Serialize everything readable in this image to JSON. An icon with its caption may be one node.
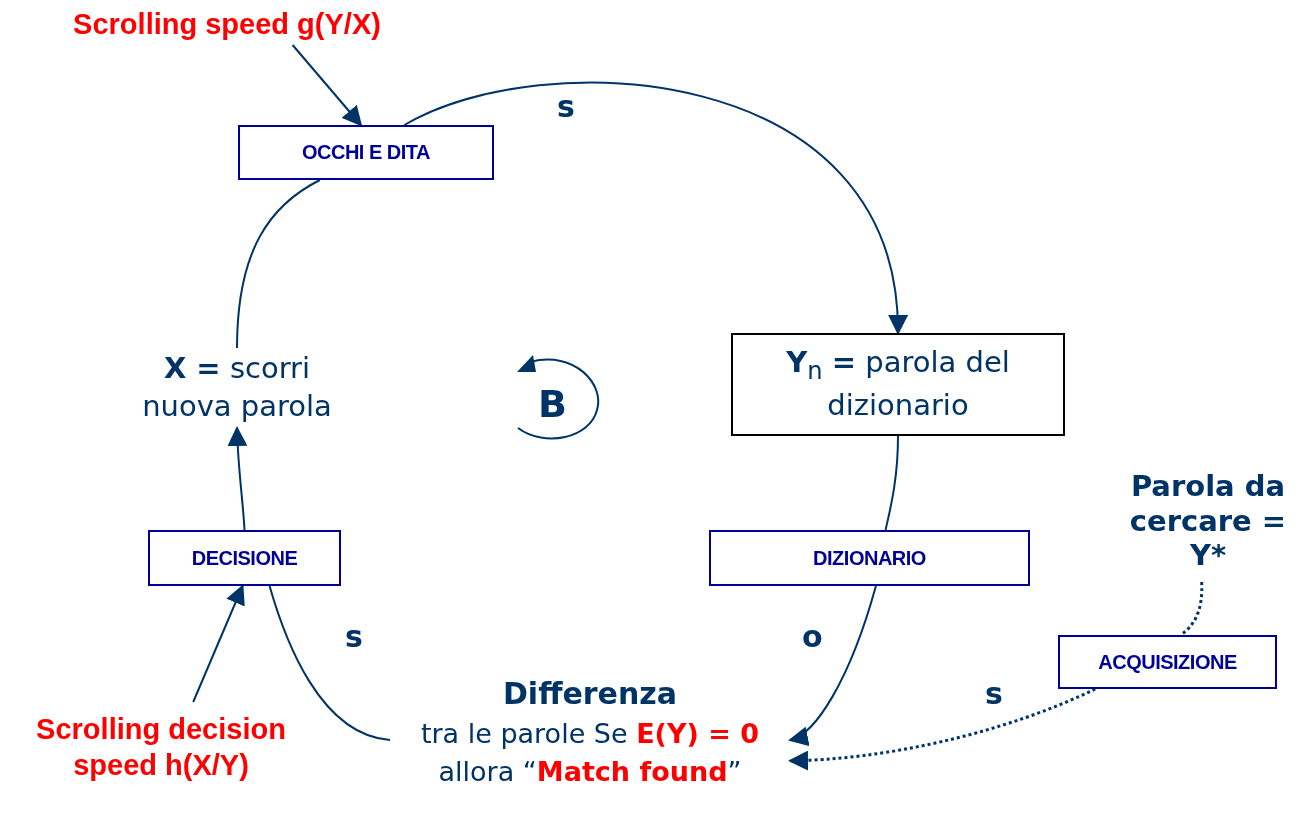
{
  "diagram": {
    "nodes": [
      {
        "text": [
          "Scrolling speed g(Y/X)"
        ]
      },
      {
        "text": [
          "OCCHI E DITA"
        ]
      },
      {
        "text": [
          "**X =** scorri nuova parola"
        ]
      },
      {
        "text": [
          "**Y**$_{n}$ **=** parola del dizionario"
        ]
      },
      {
        "text": [
          "Parola da cercare = Y*"
        ]
      },
      {
        "text": [
          "DECISIONE"
        ]
      },
      {
        "text": [
          "DIZIONARIO"
        ]
      },
      {
        "text": [
          "ACQUISIZIONE"
        ]
      },
      {
        "text": [
          "Scrolling decision speed h(X/Y)"
        ]
      },
      {
        "text": [
          "Differenza",
          "tra le parole Se **E(Y) = 0** allora “**Match found**”"
        ]
      }
    ],
    "edges": [
      {
        "from": 0,
        "to": 1,
        "arrow": "to"
      },
      {
        "from": 2,
        "to": 1,
        "arrow": "none"
      },
      {
        "from": 1,
        "to": 3,
        "arrow": "to",
        "label": "s"
      },
      {
        "from": 3,
        "to": 6,
        "arrow": "none"
      },
      {
        "from": 6,
        "to": 9,
        "arrow": "to",
        "label": "o"
      },
      {
        "from": 9,
        "to": 5,
        "arrow": "none",
        "label": "s"
      },
      {
        "from": 5,
        "to": 2,
        "arrow": "to"
      },
      {
        "from": 8,
        "to": 5,
        "arrow": "to"
      },
      {
        "from": 4,
        "to": 7,
        "arrow": "none",
        "style": "dashed"
      },
      {
        "from": 7,
        "to": 9,
        "arrow": "to",
        "label": "s",
        "style": "dashed"
      }
    ],
    "labels": [
      "B"
    ]
  }
}
